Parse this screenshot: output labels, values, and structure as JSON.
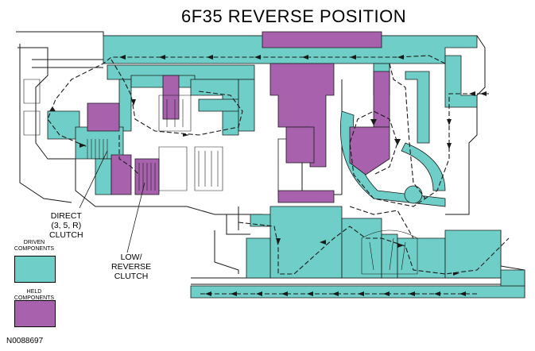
{
  "title": "6F35 REVERSE POSITION",
  "callouts": {
    "direct_clutch": "DIRECT\n(3, 5, R)\nCLUTCH",
    "low_reverse_clutch": "LOW/\nREVERSE\nCLUTCH"
  },
  "legend": {
    "driven": {
      "label": "DRIVEN\nCOMPONENTS",
      "color": "#6fcfc8"
    },
    "held": {
      "label": "HELD\nCOMPONENTS",
      "color": "#a761ad"
    }
  },
  "figure_id": "N0088697",
  "colors": {
    "line": "#1a1a1a",
    "background": "#ffffff"
  }
}
